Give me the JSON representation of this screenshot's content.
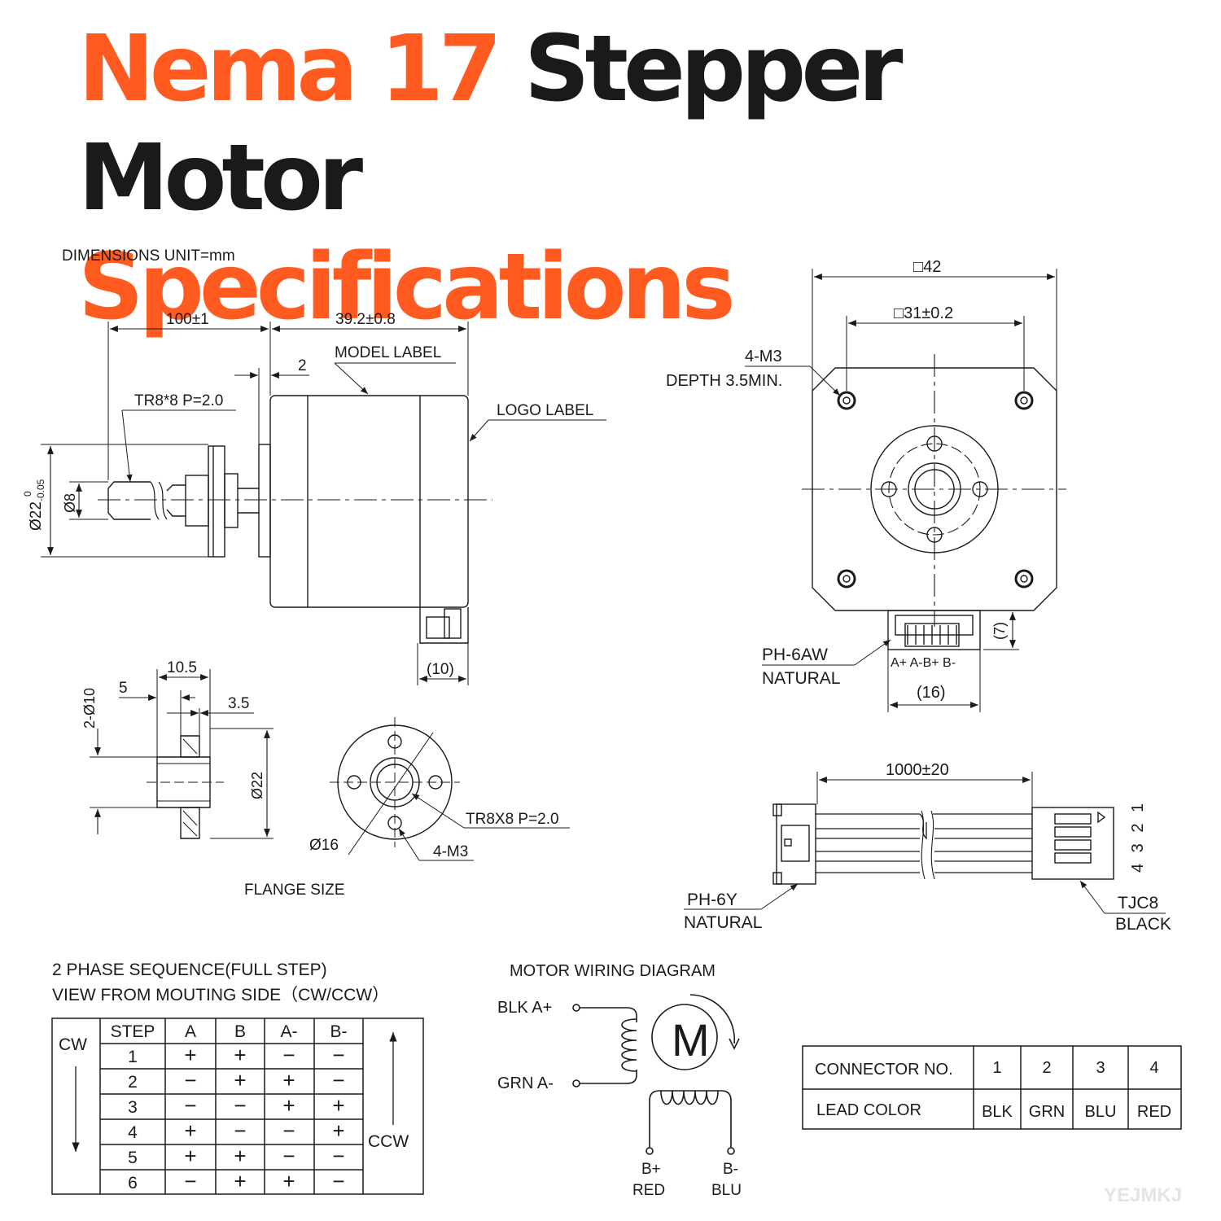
{
  "title": {
    "part1": "Nema 17",
    "part2": "Stepper Motor",
    "part3": "Specifications",
    "accent_color": "#ff5a1f",
    "dark_color": "#1a1a1a"
  },
  "side_view": {
    "unit_note": "DIMENSIONS UNIT=mm",
    "screw_length": "100±1",
    "body_length": "39.2±0.8",
    "boss_thickness": "2",
    "model_label": "MODEL LABEL",
    "logo_label": "LOGO LABEL",
    "screw_spec": "TR8*8 P=2.0",
    "boss_diameter": "Ø22",
    "boss_tol_upper": "0",
    "boss_tol_lower": "-0.05",
    "screw_diameter": "Ø8",
    "connector_depth": "(10)"
  },
  "front_view": {
    "body_square": "□42",
    "hole_pitch": "□31±0.2",
    "mount_thread": "4-M3",
    "mount_depth": "DEPTH 3.5MIN.",
    "connector_height": "(7)",
    "connector_type": "PH-6AW",
    "connector_color": "NATURAL",
    "pin_labels": "A+  A-B+  B-",
    "connector_width": "(16)"
  },
  "flange": {
    "total_width": "10.5",
    "hub_width": "5",
    "flange_thickness": "3.5",
    "holes": "2-Ø10",
    "outer_diameter": "Ø22",
    "thread": "TR8X8 P=2.0",
    "bolt_circle": "Ø16",
    "screws": "4-M3",
    "caption": "FLANGE SIZE"
  },
  "cable": {
    "length": "1000±20",
    "pins": "4 3 2 1",
    "left_type": "PH-6Y",
    "left_color": "NATURAL",
    "right_type": "TJC8",
    "right_color": "BLACK"
  },
  "phase_table": {
    "title_line1": "2 PHASE SEQUENCE(FULL STEP)",
    "title_line2": "VIEW FROM MOUTING SIDE（CW/CCW）",
    "cw_label": "CW",
    "ccw_label": "CCW",
    "headers": [
      "STEP",
      "A",
      "B",
      "A-",
      "B-"
    ],
    "rows": [
      [
        "1",
        "+",
        "+",
        "−",
        "−"
      ],
      [
        "2",
        "−",
        "+",
        "+",
        "−"
      ],
      [
        "3",
        "−",
        "−",
        "+",
        "+"
      ],
      [
        "4",
        "+",
        "−",
        "−",
        "+"
      ],
      [
        "5",
        "+",
        "+",
        "−",
        "−"
      ],
      [
        "6",
        "−",
        "+",
        "+",
        "−"
      ]
    ]
  },
  "wiring": {
    "title": "MOTOR WIRING  DIAGRAM",
    "a_plus": "BLK  A+",
    "a_minus": "GRN  A-",
    "motor_symbol": "M",
    "b_plus": "B+",
    "b_plus_color": "RED",
    "b_minus": "B-",
    "b_minus_color": "BLU"
  },
  "connector_table": {
    "row1_label": "CONNECTOR NO.",
    "row2_label": "LEAD COLOR",
    "numbers": [
      "1",
      "2",
      "3",
      "4"
    ],
    "colors": [
      "BLK",
      "GRN",
      "BLU",
      "RED"
    ]
  },
  "watermark": "YEJMKJ"
}
